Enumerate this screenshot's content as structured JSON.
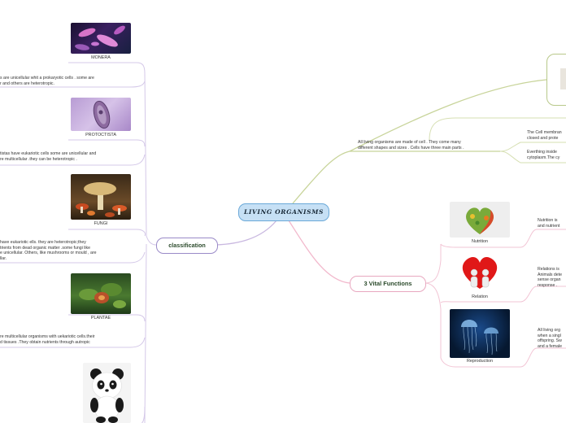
{
  "central": {
    "label": "LIVING  ORGANISMS"
  },
  "classification": {
    "label": "classification",
    "monera": {
      "caption": "MONERA",
      "text": [
        "s are unicellular whit a prokaryotic cells . some are",
        "r and others  are heterotropic."
      ]
    },
    "protoctista": {
      "caption": "PROTOCTISTA",
      "text": [
        "tistas have eukariotic  cells some are unicellular and",
        "re   multicellular .they can be heterotropic ."
      ]
    },
    "fungi": {
      "caption": "FUNGI",
      "text": [
        "have eukariotic  ells. they are heterotropic;they",
        "trients from dead organic matter .some fungi like",
        "e unicellular. Others, like mushrooms  or mould , are",
        "llar."
      ]
    },
    "plantae": {
      "caption": "PLANTAE",
      "text": [
        "re  multicellular  organisms with uekariotic cells.their",
        "d tissues .They obtain nutrients through autropic"
      ]
    }
  },
  "cells": {
    "text": [
      "All living organisms are made  of cell . They come many",
      "different shapes and sizes . Cells have three  main parts ."
    ],
    "membrane": [
      "The Cell membran",
      "closed and prote"
    ],
    "cytoplasm": [
      "Everthing inside",
      "cytoplasm.The cy"
    ]
  },
  "vital": {
    "label": "3 Vital  Functions",
    "nutrition": {
      "caption": "Nutrition",
      "text": [
        "Nutrition  is",
        "and nutrient"
      ]
    },
    "relation": {
      "caption": "Relation",
      "text": [
        "Relations  is",
        "Animals dete",
        "sense organ",
        "response ."
      ]
    },
    "reproduction": {
      "caption": "Reproduction",
      "text": [
        "All living org",
        "when a singl",
        "offspring. Sw",
        "and a female"
      ]
    }
  },
  "colors": {
    "central_fill": "#c6e0f5",
    "classification_line": "#c9b8e0",
    "cells_line": "#c8d49a",
    "vital_line": "#f2b8cc"
  }
}
